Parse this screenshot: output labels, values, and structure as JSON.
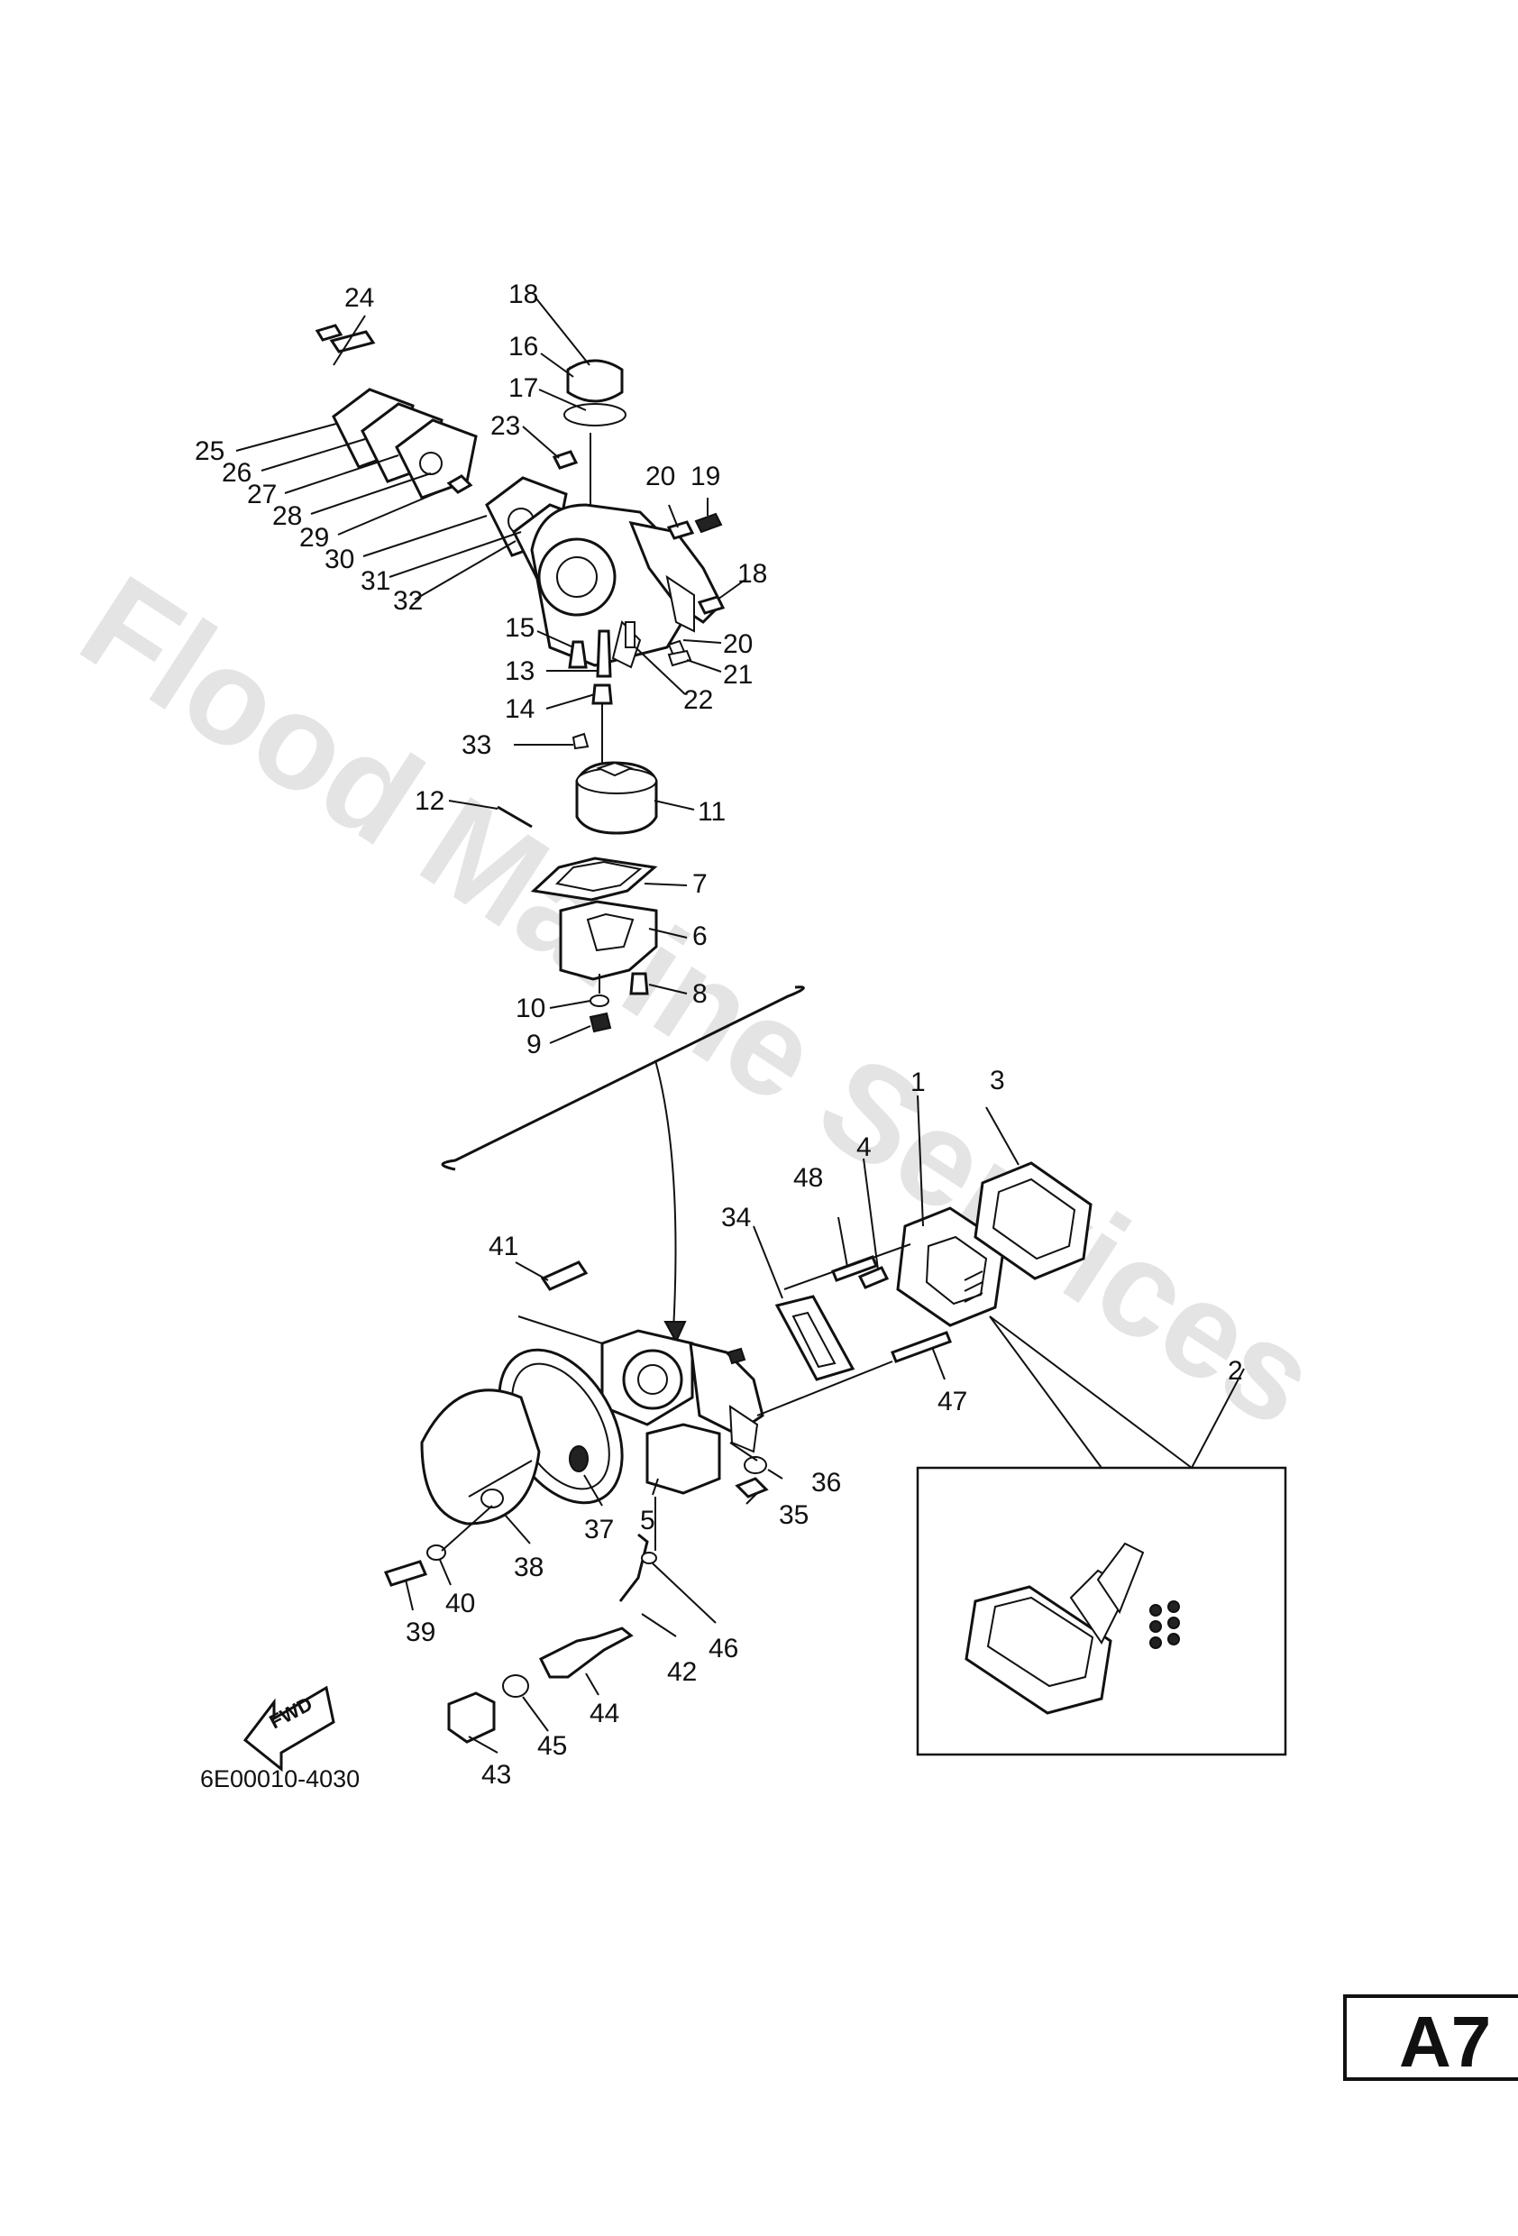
{
  "watermark": "Flood Marine Services",
  "diagram_code": "6E00010-4030",
  "fwd_label": "FWD",
  "page_label": "A7",
  "callouts": {
    "p1": "1",
    "p2": "2",
    "p3": "3",
    "p4": "4",
    "p5": "5",
    "p6": "6",
    "p7": "7",
    "p8": "8",
    "p9": "9",
    "p10": "10",
    "p11": "11",
    "p12": "12",
    "p13": "13",
    "p14": "14",
    "p15": "15",
    "p16": "16",
    "p17": "17",
    "p18a": "18",
    "p18b": "18",
    "p19": "19",
    "p20a": "20",
    "p20b": "20",
    "p21": "21",
    "p22": "22",
    "p23": "23",
    "p24": "24",
    "p25": "25",
    "p26": "26",
    "p27": "27",
    "p28": "28",
    "p29": "29",
    "p30": "30",
    "p31": "31",
    "p32": "32",
    "p33": "33",
    "p34": "34",
    "p35": "35",
    "p36": "36",
    "p37": "37",
    "p38": "38",
    "p39": "39",
    "p40": "40",
    "p41": "41",
    "p42": "42",
    "p43": "43",
    "p44": "44",
    "p45": "45",
    "p46": "46",
    "p47": "47",
    "p48": "48"
  }
}
